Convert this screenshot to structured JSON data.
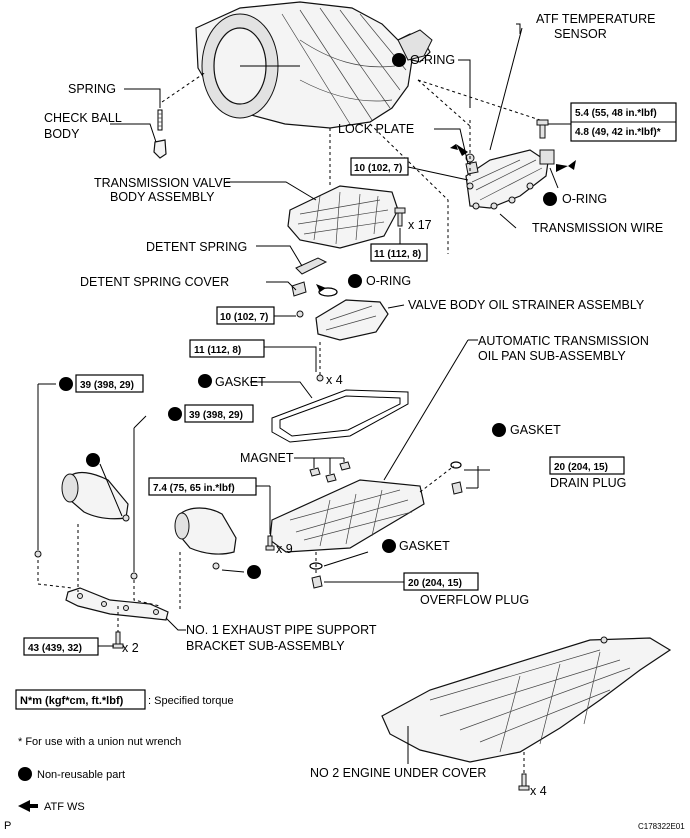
{
  "labels": {
    "atf_temperature_sensor_1": "ATF TEMPERATURE",
    "atf_temperature_sensor_2": "SENSOR",
    "spring": "SPRING",
    "check_ball_body_1": "CHECK BALL",
    "check_ball_body_2": "BODY",
    "o_ring": "O-RING",
    "lock_plate": "LOCK PLATE",
    "transmission_valve_body_1": "TRANSMISSION VALVE",
    "transmission_valve_body_2": "BODY ASSEMBLY",
    "transmission_wire": "TRANSMISSION WIRE",
    "detent_spring": "DETENT SPRING",
    "detent_spring_cover": "DETENT SPRING COVER",
    "valve_body_oil_strainer": "VALVE BODY OIL STRAINER ASSEMBLY",
    "at_oil_pan_1": "AUTOMATIC TRANSMISSION",
    "at_oil_pan_2": "OIL PAN SUB-ASSEMBLY",
    "gasket": "GASKET",
    "magnet": "MAGNET",
    "drain_plug": "DRAIN PLUG",
    "overflow_plug": "OVERFLOW PLUG",
    "exhaust_bracket_1": "NO. 1 EXHAUST PIPE SUPPORT",
    "exhaust_bracket_2": "BRACKET SUB-ASSEMBLY",
    "engine_under_cover": "NO  2 ENGINE UNDER COVER"
  },
  "torques": {
    "t_sensor_a": "5.4 (55, 48 in.*lbf)",
    "t_sensor_b": "4.8 (49, 42 in.*lbf)*",
    "t_lock_plate": "10 (102, 7)",
    "t_valve_body": "11 (112, 8)",
    "t_strainer": "10 (102, 7)",
    "t_oil_pan": "11 (112, 8)",
    "t_bracket_left": "39 (398, 29)",
    "t_bracket_mid": "39 (398, 29)",
    "t_pan_bolts": "7.4 (75, 65 in.*lbf)",
    "t_drain_plug": "20 (204, 15)",
    "t_overflow_plug": "20 (204, 15)",
    "t_bracket_bolts": "43 (439, 32)"
  },
  "quantities": {
    "valve_body_bolts": "x 17",
    "oil_pan_bolts": "x 4",
    "pan_bolts": "x 9",
    "bracket_bolts": "x 2",
    "cover_bolts": "x 4"
  },
  "legend": {
    "torque_format": "N*m (kgf*cm, ft.*lbf)",
    "torque_desc": ": Specified torque",
    "union_nut_note": "* For use with a union nut wrench",
    "non_reusable": "Non-reusable part",
    "atf_ws": "ATF WS"
  },
  "footer": {
    "page_mark": "P",
    "figure_id": "C178322E01"
  }
}
